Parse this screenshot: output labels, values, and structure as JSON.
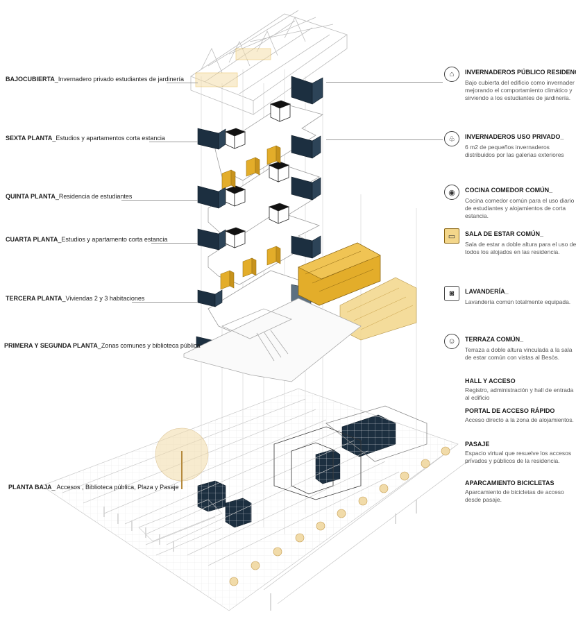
{
  "floors": [
    {
      "name": "BAJOCUBIERTA",
      "desc": "_Invernadero privado estudiantes de jardinería"
    },
    {
      "name": "SEXTA PLANTA",
      "desc": "_Estudios y apartamentos corta estancia"
    },
    {
      "name": "QUINTA PLANTA",
      "desc": "_Residencia de estudiantes"
    },
    {
      "name": "CUARTA PLANTA",
      "desc": "_Estudios y apartamento corta estancia"
    },
    {
      "name": "TERCERA PLANTA",
      "desc": "_Viviendas 2 y 3 habitaciones"
    },
    {
      "name": "PRIMERA Y SEGUNDA PLANTA",
      "desc": "_Zonas comunes y biblioteca pública"
    },
    {
      "name": "PLANTA BAJA",
      "desc": "_ Accesos , Biblioteca pública, Plaza y Pasaje"
    }
  ],
  "legend": [
    {
      "icon": "greenhouse-icon",
      "glyph": "⌂",
      "title": "INVERNADEROS PÚBLICO RESIDENCIA_",
      "desc": "Bajo cubierta del edificio como invernader mejorando el comportamiento climático y sirviendo a los estudiantes de jardinería."
    },
    {
      "icon": "plant-pot-icon",
      "glyph": "♧",
      "title": "INVERNADEROS USO PRIVADO_",
      "desc": "6 m2 de pequeños invernaderos distribuidos por las galerias exteriores"
    },
    {
      "icon": "dining-plate-icon",
      "glyph": "◉",
      "title": "COCINA COMEDOR COMÚN_",
      "desc": "Cocina comedor común para el uso diario de estudiantes y alojamientos de corta estancia."
    },
    {
      "icon": "sofa-icon",
      "glyph": "▭",
      "title": "SALA DE ESTAR COMÚN_",
      "desc": "Sala de estar a doble altura para el uso de todos los alojados en las residencia."
    },
    {
      "icon": "washing-machine-icon",
      "glyph": "◙",
      "title": "LAVANDERÍA_",
      "desc": "Lavandería común totalmente equipada."
    },
    {
      "icon": "terrace-people-icon",
      "glyph": "☺",
      "title": "TERRAZA COMÚN_",
      "desc": "Terraza a doble altura vinculada a la sala de estar común con vistas al Besòs."
    }
  ],
  "plain_items": [
    {
      "title": "HALL Y ACCESO",
      "desc": "Registro, administración y hall de entrada al edificio"
    },
    {
      "title": "PORTAL DE ACCESO RÁPIDO",
      "desc": "Acceso directo a la zona de alojamientos."
    },
    {
      "title": "PASAJE",
      "desc": "Espacio virtual que resuelve los accesos privados y públicos de la residencia."
    },
    {
      "title": "APARCAMIENTO BICICLETAS",
      "desc": "Aparcamiento de bicicletas de acceso desde pasaje."
    }
  ],
  "colors": {
    "accent_yellow": "#e3ad2a",
    "dark_navy": "#1c2f40",
    "line_gray": "#b8b8b8",
    "tree_tan": "#d8b56a"
  }
}
